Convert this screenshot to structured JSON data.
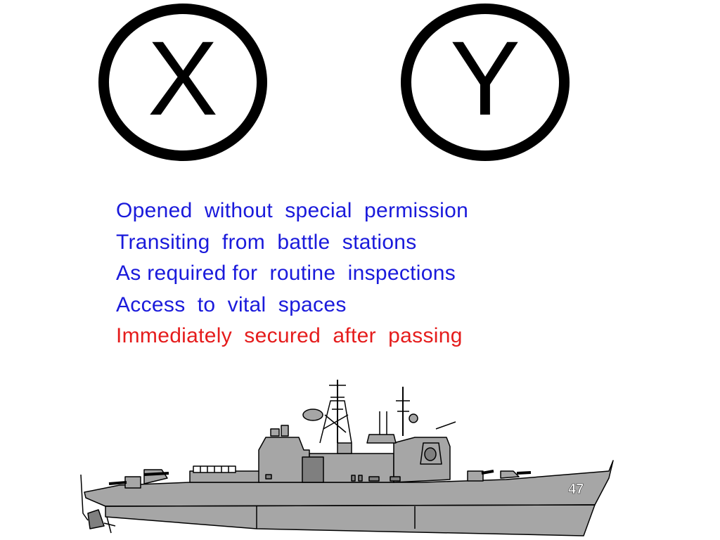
{
  "symbols": {
    "left": "X",
    "right": "Y"
  },
  "lines": [
    {
      "text": "Opened  without  special  permission"
    },
    {
      "text": "Transiting  from  battle  stations"
    },
    {
      "text": "As required for  routine  inspections"
    },
    {
      "text": "Access  to  vital  spaces"
    },
    {
      "text": "Immediately  secured  after  passing"
    }
  ],
  "ship": {
    "hull_number": "47"
  },
  "colors": {
    "text_blue": "#1a1adb",
    "text_red": "#e51c1c",
    "ship_gray": "#a6a6a6",
    "ship_dark": "#7f7f7f",
    "outline": "#000000"
  }
}
